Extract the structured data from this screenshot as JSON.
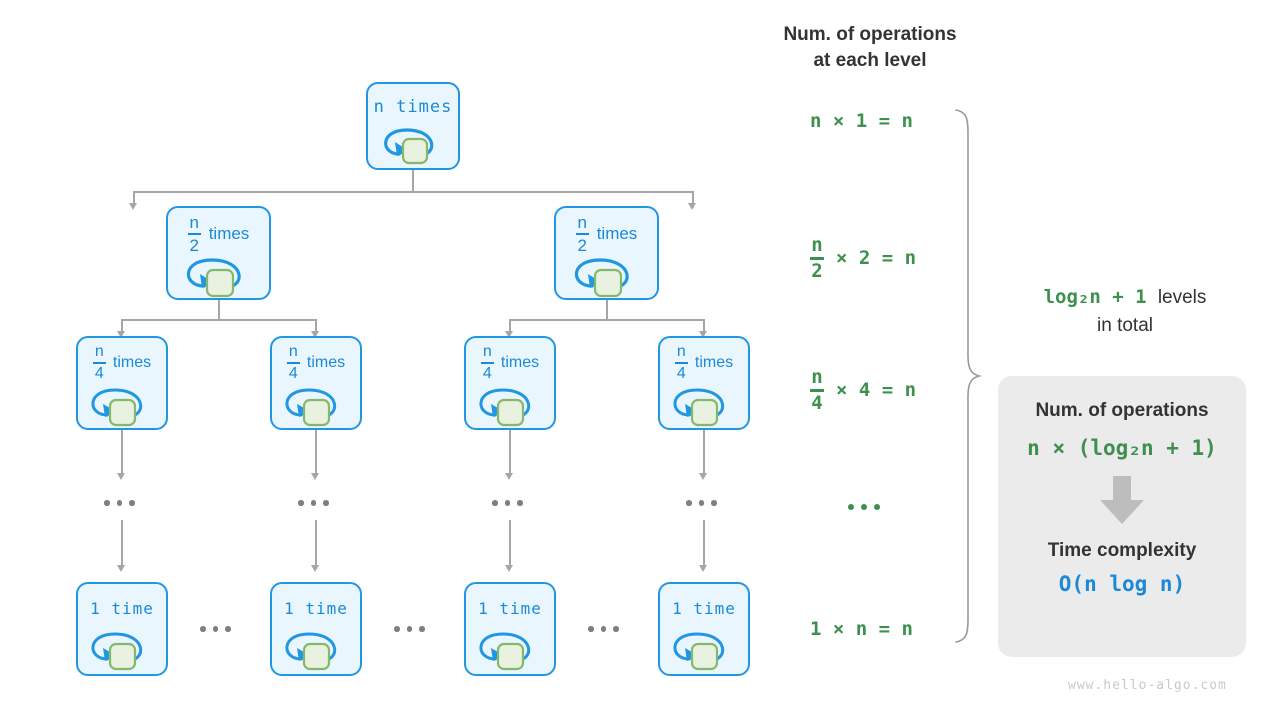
{
  "tree": {
    "levels": [
      {
        "id": "level-1",
        "nodes": [
          {
            "text": "n times",
            "style": "mono"
          }
        ]
      },
      {
        "id": "level-2",
        "nodes": [
          {
            "num": "n",
            "den": "2",
            "word": "times"
          },
          {
            "num": "n",
            "den": "2",
            "word": "times"
          }
        ]
      },
      {
        "id": "level-3",
        "nodes": [
          {
            "num": "n",
            "den": "4",
            "word": "times"
          },
          {
            "num": "n",
            "den": "4",
            "word": "times"
          },
          {
            "num": "n",
            "den": "4",
            "word": "times"
          },
          {
            "num": "n",
            "den": "4",
            "word": "times"
          }
        ]
      },
      {
        "id": "level-4",
        "nodes": [
          {
            "text": "1 time",
            "style": "mono"
          },
          {
            "text": "1 time",
            "style": "mono"
          },
          {
            "text": "1 time",
            "style": "mono"
          },
          {
            "text": "1 time",
            "style": "mono"
          }
        ]
      }
    ],
    "ellipsis": "..."
  },
  "right_column": {
    "title_line1": "Num. of operations",
    "title_line2": "at each level",
    "rows": [
      {
        "id": "row-1",
        "expr": "n × 1 = n"
      },
      {
        "id": "row-2",
        "frac_num": "n",
        "frac_den": "2",
        "rest": "× 2 = n"
      },
      {
        "id": "row-3",
        "frac_num": "n",
        "frac_den": "4",
        "rest": "× 4 = n"
      },
      {
        "id": "row-dots",
        "expr": "..."
      },
      {
        "id": "row-last",
        "expr": "1 × n = n"
      }
    ]
  },
  "levels_note": {
    "formula": "log₂n + 1",
    "suffix": "levels",
    "line2": "in total"
  },
  "summary": {
    "ops_title": "Num. of operations",
    "ops_formula": "n × (log₂n + 1)",
    "arrow": "down-arrow",
    "complexity_title": "Time complexity",
    "complexity_value": "O(n log n)"
  },
  "watermark": "www.hello-algo.com",
  "colors": {
    "node_border": "#2196e3",
    "node_fill": "#eaf6fd",
    "node_text": "#1a8ad6",
    "inner_square_border": "#85b86a",
    "inner_square_fill": "#e9f2e0",
    "green_text": "#3f8f4f",
    "edge": "#a6a6a6",
    "panel_bg": "#ebebeb",
    "title_text": "#333333"
  }
}
